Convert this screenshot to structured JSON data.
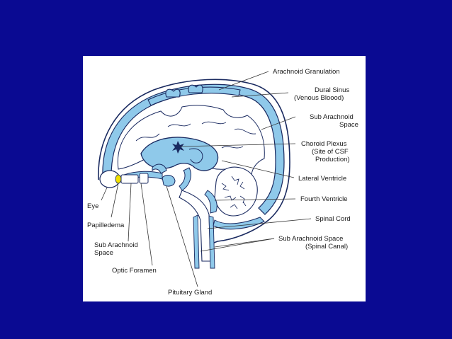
{
  "colors": {
    "background": "#0a0a92",
    "panel": "#ffffff",
    "csf": "#8fc9ea",
    "outline": "#1a2a60",
    "eye_highlight": "#f2e000"
  },
  "labels": {
    "arachnoid_granulation": "Arachnoid Granulation",
    "dural_sinus_1": "Dural Sinus",
    "dural_sinus_2": "(Venous Bloood)",
    "sub_arachnoid_1": "Sub Arachnoid",
    "sub_arachnoid_2": "Space",
    "choroid_plexus_1": "Choroid Plexus",
    "choroid_plexus_2": "(Site of CSF",
    "choroid_plexus_3": "Production)",
    "lateral_ventricle": "Lateral Ventricle",
    "fourth_ventricle": "Fourth Ventricle",
    "eye": "Eye",
    "spinal_cord": "Spinal Cord",
    "papilledema": "Papilledema",
    "sub_arachnoid_spinal_1": "Sub Arachnoid Space",
    "sub_arachnoid_spinal_2": "(Spinal Canal)",
    "sub_arachnoid_left_1": "Sub Arachnoid",
    "sub_arachnoid_left_2": "Space",
    "optic_foramen": "Optic Foramen",
    "pituitary_gland": "Pituitary Gland"
  }
}
